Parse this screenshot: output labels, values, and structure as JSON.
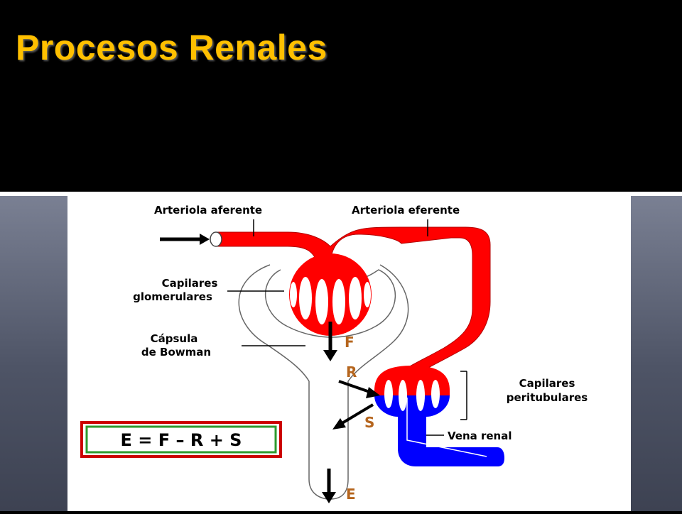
{
  "slide": {
    "title": "Procesos Renales"
  },
  "diagram": {
    "labels": {
      "arteriola_aferente": "Arteriola aferente",
      "arteriola_eferente": "Arteriola eferente",
      "capilares_glomerulares_1": "Capilares",
      "capilares_glomerulares_2": "glomerulares",
      "capsula_1": "Cápsula",
      "capsula_2": "de Bowman",
      "capilares_peritubulares_1": "Capilares",
      "capilares_peritubulares_2": "peritubulares",
      "vena_renal": "Vena renal"
    },
    "letters": {
      "f": "F",
      "r": "R",
      "s": "S",
      "e": "E"
    },
    "equation": "E = F – R + S"
  },
  "colors": {
    "title": "#ffc000",
    "artery": "#ff0000",
    "vein": "#0000ff",
    "letters": "#b5651d",
    "box_border": "#cc0000",
    "box_inner": "#2e9a2e"
  }
}
